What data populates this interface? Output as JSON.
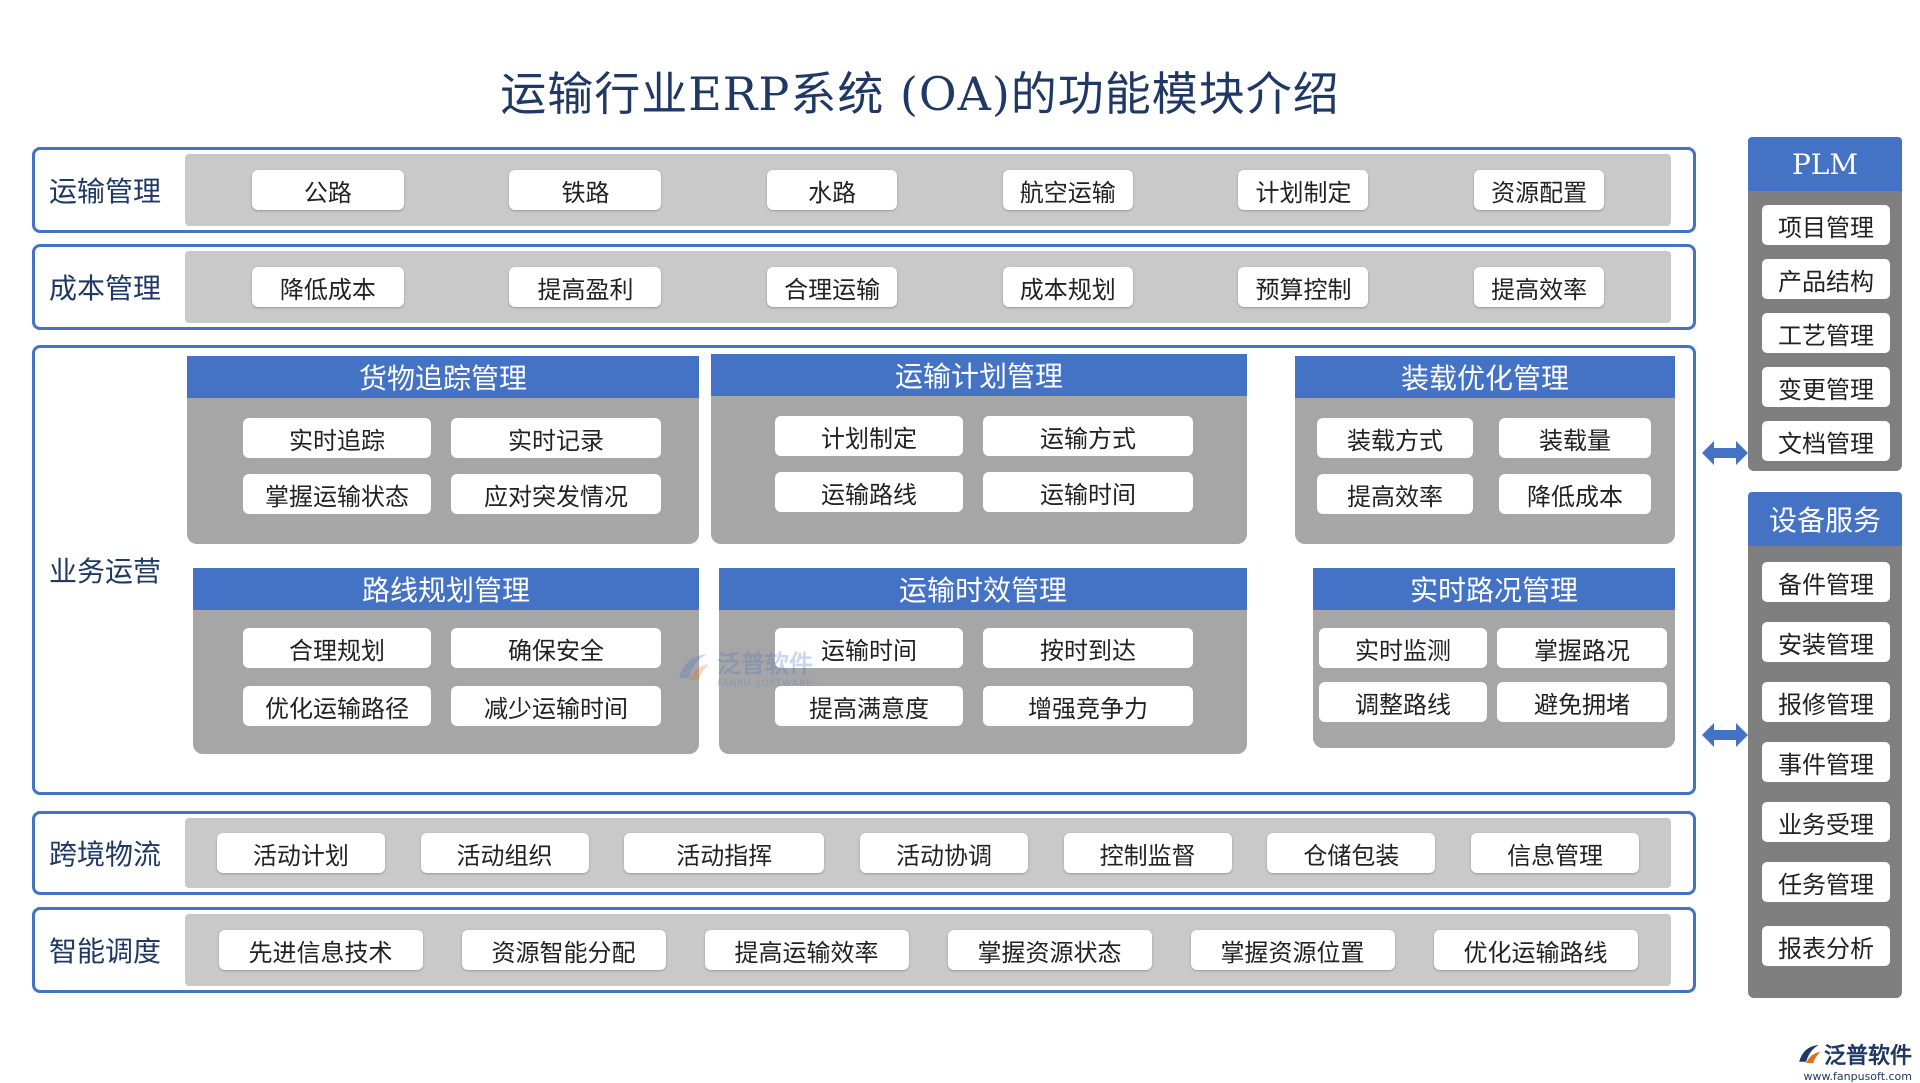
{
  "title": "运输行业ERP系统 (OA)的功能模块介绍",
  "rows": {
    "transport": {
      "label": "运输管理",
      "items": [
        "公路",
        "铁路",
        "水路",
        "航空运输",
        "计划制定",
        "资源配置"
      ]
    },
    "cost": {
      "label": "成本管理",
      "items": [
        "降低成本",
        "提高盈利",
        "合理运输",
        "成本规划",
        "预算控制",
        "提高效率"
      ]
    },
    "crossborder": {
      "label": "跨境物流",
      "items": [
        "活动计划",
        "活动组织",
        "活动指挥",
        "活动协调",
        "控制监督",
        "仓储包装",
        "信息管理"
      ]
    },
    "dispatch": {
      "label": "智能调度",
      "items": [
        "先进信息技术",
        "资源智能分配",
        "提高运输效率",
        "掌握资源状态",
        "掌握资源位置",
        "优化运输路线"
      ]
    }
  },
  "operations": {
    "label": "业务运营",
    "panels": [
      {
        "title": "货物追踪管理",
        "items": [
          "实时追踪",
          "实时记录",
          "掌握运输状态",
          "应对突发情况"
        ]
      },
      {
        "title": "运输计划管理",
        "items": [
          "计划制定",
          "运输方式",
          "运输路线",
          "运输时间"
        ]
      },
      {
        "title": "装载优化管理",
        "items": [
          "装载方式",
          "装载量",
          "提高效率",
          "降低成本"
        ]
      },
      {
        "title": "路线规划管理",
        "items": [
          "合理规划",
          "确保安全",
          "优化运输路径",
          "减少运输时间"
        ]
      },
      {
        "title": "运输时效管理",
        "items": [
          "运输时间",
          "按时到达",
          "提高满意度",
          "增强竞争力"
        ]
      },
      {
        "title": "实时路况管理",
        "items": [
          "实时监测",
          "掌握路况",
          "调整路线",
          "避免拥堵"
        ]
      }
    ]
  },
  "plm": {
    "title": "PLM",
    "items": [
      "项目管理",
      "产品结构",
      "工艺管理",
      "变更管理",
      "文档管理"
    ]
  },
  "equipment": {
    "title": "设备服务",
    "items": [
      "备件管理",
      "安装管理",
      "报修管理",
      "事件管理",
      "业务受理",
      "任务管理",
      "报表分析"
    ]
  },
  "watermark": {
    "center_brand": "泛普软件",
    "center_sub": "FANPU SOFTWARE",
    "corner_brand": "泛普软件",
    "corner_url": "www.fanpusoft.com"
  },
  "colors": {
    "accent": "#4472c4",
    "title": "#1f3864",
    "panel_gray": "#a6a6a6",
    "row_gray": "#c9c9c9"
  }
}
